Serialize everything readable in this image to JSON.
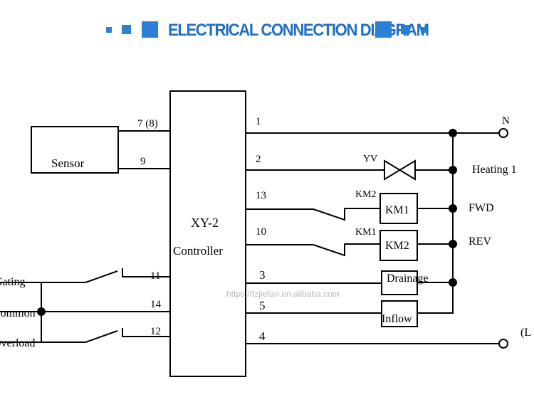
{
  "header": {
    "title": "ELECTRICAL CONNECTION DIAGRAM",
    "accent_color": "#2a7fd6"
  },
  "controller": {
    "name": "XY-2",
    "subtitle": "Controller"
  },
  "sensor": {
    "label": "Sensor",
    "pin_a": "7 (8)",
    "pin_b": "9"
  },
  "inputs": {
    "gating": "Gating",
    "common": "Common",
    "overload": "Overload",
    "pin_gating": "11",
    "pin_common": "14",
    "pin_overload": "12"
  },
  "outputs": {
    "pin_1": "1",
    "pin_2": "2",
    "pin_13": "13",
    "pin_10": "10",
    "pin_3": "3",
    "pin_5": "5",
    "pin_4": "4",
    "valve": "YV",
    "km1_interlock": "KM2",
    "km2_interlock": "KM1",
    "km1_coil": "KM1",
    "km2_coil": "KM2",
    "drainage": "Drainage",
    "inflow": "Inflow",
    "neutral": "N",
    "heating": "Heating 1",
    "fwd": "FWD",
    "rev": "REV",
    "line": "(L"
  },
  "watermark": "https://tzjiefan.en.alibaba.com"
}
